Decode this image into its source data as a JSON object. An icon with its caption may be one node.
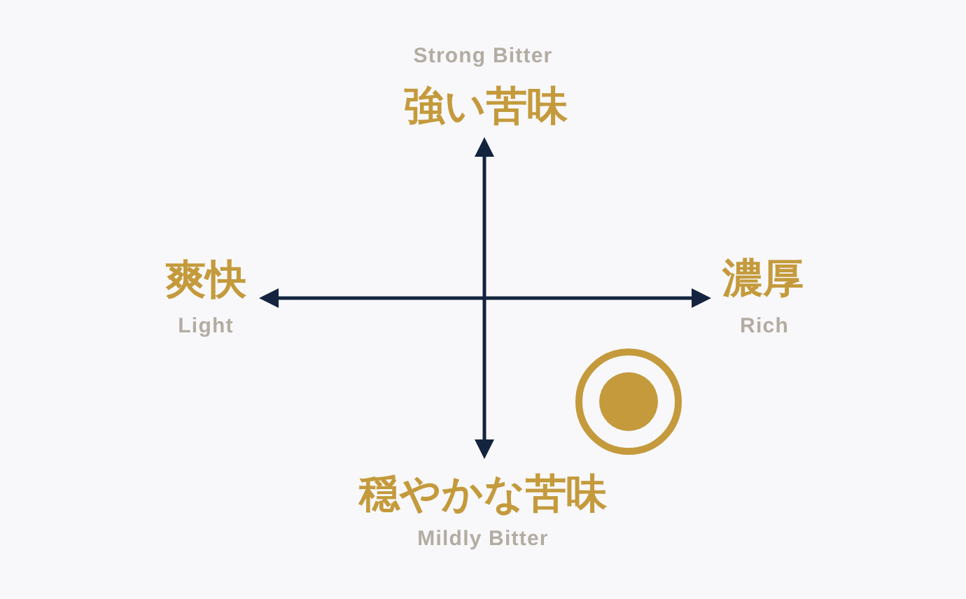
{
  "diagram": {
    "labels": [
      "Strong Bitter",
      "強い苦味",
      "爽快",
      "濃厚",
      "Light",
      "Rich",
      "穏やかな苦味",
      "Mildly Bitter"
    ]
  }
}
